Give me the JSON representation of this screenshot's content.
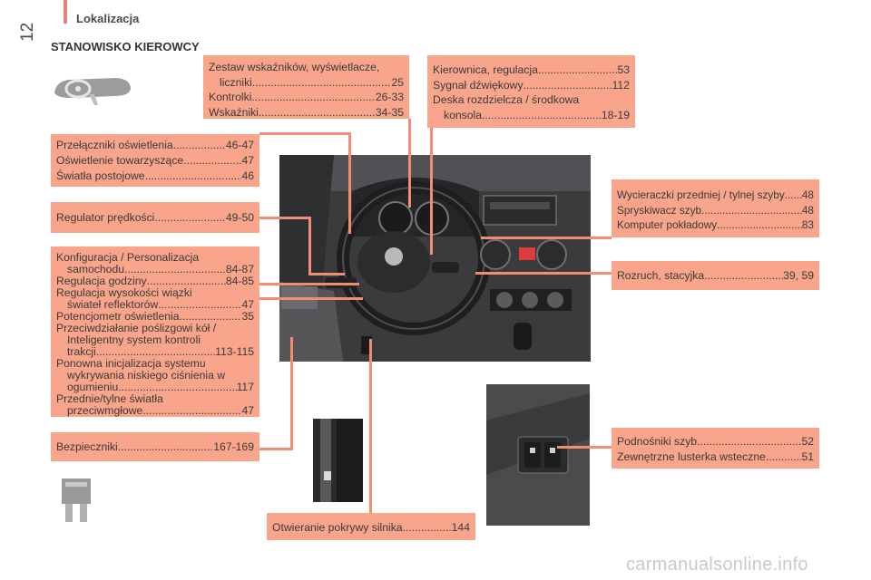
{
  "header": {
    "title": "Lokalizacja",
    "page_number": "12"
  },
  "section_title": "STANOWISKO KIEROWCY",
  "boxes": {
    "instruments": {
      "title_line": "Zestaw wskaźników, wyświetlacze,",
      "title_cont": "liczniki",
      "title_page": "25",
      "rows": [
        {
          "label": "Kontrolki",
          "page": "26-33"
        },
        {
          "label": "Wskaźniki",
          "page": "34-35"
        }
      ]
    },
    "steering": {
      "rows": [
        {
          "label": "Kierownica, regulacja",
          "page": "53"
        },
        {
          "label": "Sygnał dźwiękowy",
          "page": "112"
        }
      ],
      "dash_line": "Deska rozdzielcza / środkowa",
      "dash_cont": "konsola",
      "dash_page": "18-19"
    },
    "lighting": {
      "rows": [
        {
          "label": "Przełączniki oświetlenia",
          "page": "46-47"
        },
        {
          "label": "Oświetlenie towarzyszące",
          "page": "47"
        },
        {
          "label": "Światła postojowe",
          "page": "46"
        }
      ]
    },
    "cruise": {
      "label": "Regulator prędkości",
      "page": "49-50"
    },
    "config": {
      "l1": "Konfiguracja / Personalizacja",
      "l1c": "samochodu",
      "l1p": "84-87",
      "l2": "Regulacja godziny",
      "l2p": "84-85",
      "l3": "Regulacja wysokości wiązki",
      "l3c": "świateł reflektorów",
      "l3p": "47",
      "l4": "Potencjometr oświetlenia",
      "l4p": "35",
      "l5": "Przeciwdziałanie poślizgowi kół /",
      "l5c1": "Inteligentny system kontroli",
      "l5c2": "trakcji",
      "l5p": "113-115",
      "l6": "Ponowna inicjalizacja systemu",
      "l6c1": "wykrywania niskiego ciśnienia w",
      "l6c2": "ogumieniu",
      "l6p": "117",
      "l7": "Przednie/tylne światła",
      "l7c": "przeciwmgłowe",
      "l7p": "47"
    },
    "fuses": {
      "label": "Bezpieczniki",
      "page": "167-169"
    },
    "wipers": {
      "rows": [
        {
          "label": "Wycieraczki przedniej / tylnej szyby",
          "page": "48"
        },
        {
          "label": "Spryskiwacz szyb",
          "page": "48"
        },
        {
          "label": "Komputer pokładowy",
          "page": "83"
        }
      ]
    },
    "ignition": {
      "label": "Rozruch, stacyjka",
      "page": "39, 59"
    },
    "windows": {
      "rows": [
        {
          "label": "Podnośniki szyb",
          "page": "52"
        },
        {
          "label": "Zewnętrzne lusterka wsteczne",
          "page": "51"
        }
      ]
    },
    "bonnet": {
      "label": "Otwieranie pokrywy silnika",
      "page": "144"
    }
  },
  "watermark": "carmanualsonline.info",
  "colors": {
    "box_fill": "#f8a58c",
    "leader": "#f28d75",
    "header_bar": "#e4847a"
  }
}
